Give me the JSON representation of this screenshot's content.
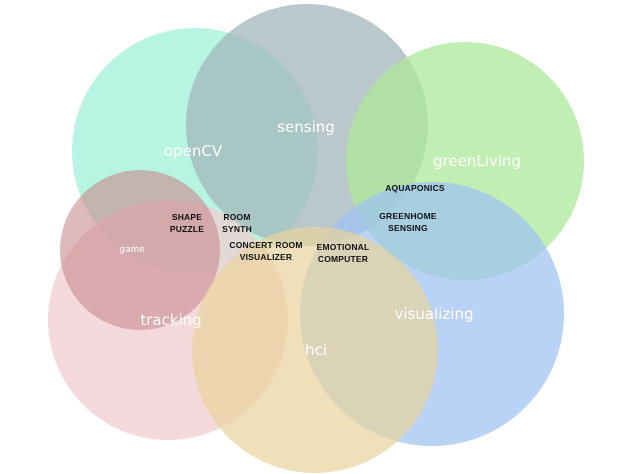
{
  "circles": [
    {
      "name": "openCV",
      "color": "#9ff2d8"
    },
    {
      "name": "sensing",
      "color": "#a3b5b9"
    },
    {
      "name": "greenLiving",
      "color": "#ace89a"
    },
    {
      "name": "tracking",
      "color": "#f0cdd1"
    },
    {
      "name": "game",
      "color": "#c98a90"
    },
    {
      "name": "visualizing",
      "color": "#9cc2f2"
    },
    {
      "name": "hci",
      "color": "#e9d39c"
    }
  ],
  "projects": [
    {
      "line1": "SHAPE",
      "line2": "PUZZLE"
    },
    {
      "line1": "ROOM",
      "line2": "SYNTH"
    },
    {
      "line1": "CONCERT ROOM",
      "line2": "VISUALIZER"
    },
    {
      "line1": "EMOTIONAL",
      "line2": "COMPUTER"
    },
    {
      "line1": "AQUAPONICS",
      "line2": ""
    },
    {
      "line1": "GREENHOME",
      "line2": "SENSING"
    }
  ]
}
